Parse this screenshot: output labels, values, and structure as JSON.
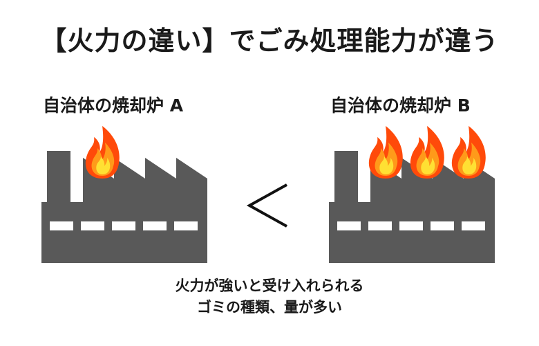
{
  "title": "【火力の違い】でごみ処理能力が違う",
  "incinerator_a": {
    "label": "自治体の焼却炉 A",
    "flame_count": 1
  },
  "incinerator_b": {
    "label": "自治体の焼却炉 B",
    "flame_count": 3
  },
  "comparison_symbol": "less-than",
  "caption": {
    "line1": "火力が強いと受け入れられる",
    "line2": "ゴミの種類、量が多い"
  },
  "colors": {
    "factory": "#595959",
    "window": "#ffffff",
    "flame_outer": "#ff4a0a",
    "flame_mid": "#ff9a1a",
    "flame_inner": "#ffe033"
  }
}
